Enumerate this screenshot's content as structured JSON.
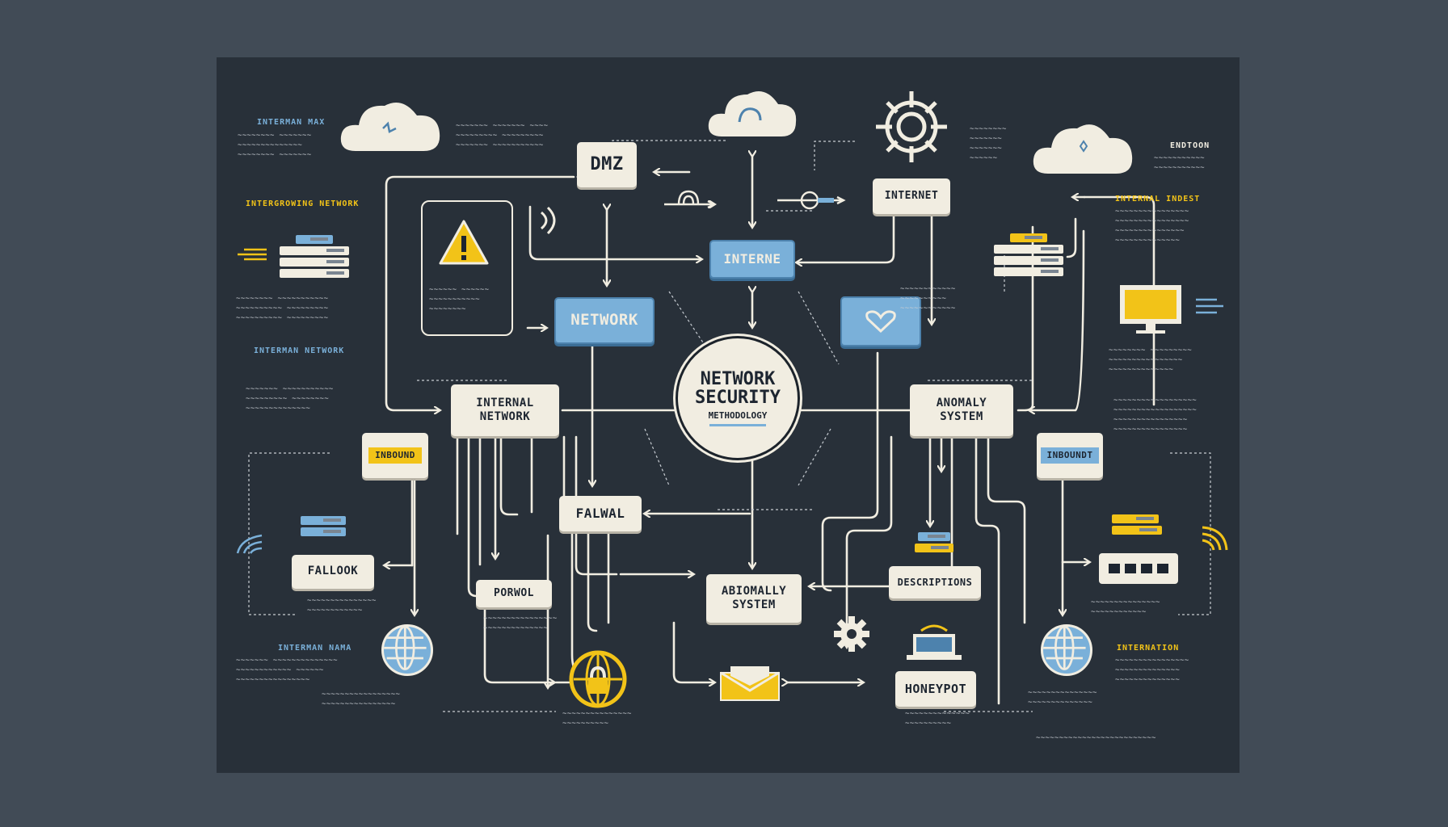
{
  "hub": {
    "line1": "NETWORK",
    "line2": "SECURITY",
    "line3": "METHODOLOGY"
  },
  "nodes": {
    "dmz": "DMZ",
    "internet_top": "INTERNET",
    "interne": "INTERNE",
    "network": "NETWORK",
    "internal_network": "INTERNAL\nNETWORK",
    "anomaly_system_right": "ANOMALY\nSYSTEM",
    "inbound_tag": "INBOUND",
    "inbound_tag_right": "INBOUNDT",
    "falwal": "FALWAL",
    "fallook": "FALLOOK",
    "porwol": "PORWOL",
    "abiomally": "ABIOMALLY\nSYSTEM",
    "descriptions": "DESCRIPTIONS",
    "honeypot": "HONEYPOT"
  },
  "side_titles": {
    "top_left": "INTERMAN MAX",
    "left_yellow": "INTERGROWING NETWORK",
    "left_mid": "INTERMAN NETWORK",
    "bottom_left": "INTERMAN NAMA",
    "top_right": "ENDTOON",
    "right_mid": "INTERNAL INDEST",
    "bottom_right": "INTERNATION"
  },
  "colors": {
    "board": "#283039",
    "page": "#414b56",
    "cream": "#f1ede1",
    "blue": "#7ab0d9",
    "yellow": "#f2c318",
    "wire": "#f1ede1"
  },
  "icons": [
    "cloud-icon",
    "target-icon",
    "warning-icon",
    "server-rack-icon",
    "globe-icon",
    "lock-globe-icon",
    "monitor-icon",
    "gear-icon",
    "laptop-icon",
    "mail-icon",
    "wifi-icon",
    "heart-link-icon"
  ]
}
